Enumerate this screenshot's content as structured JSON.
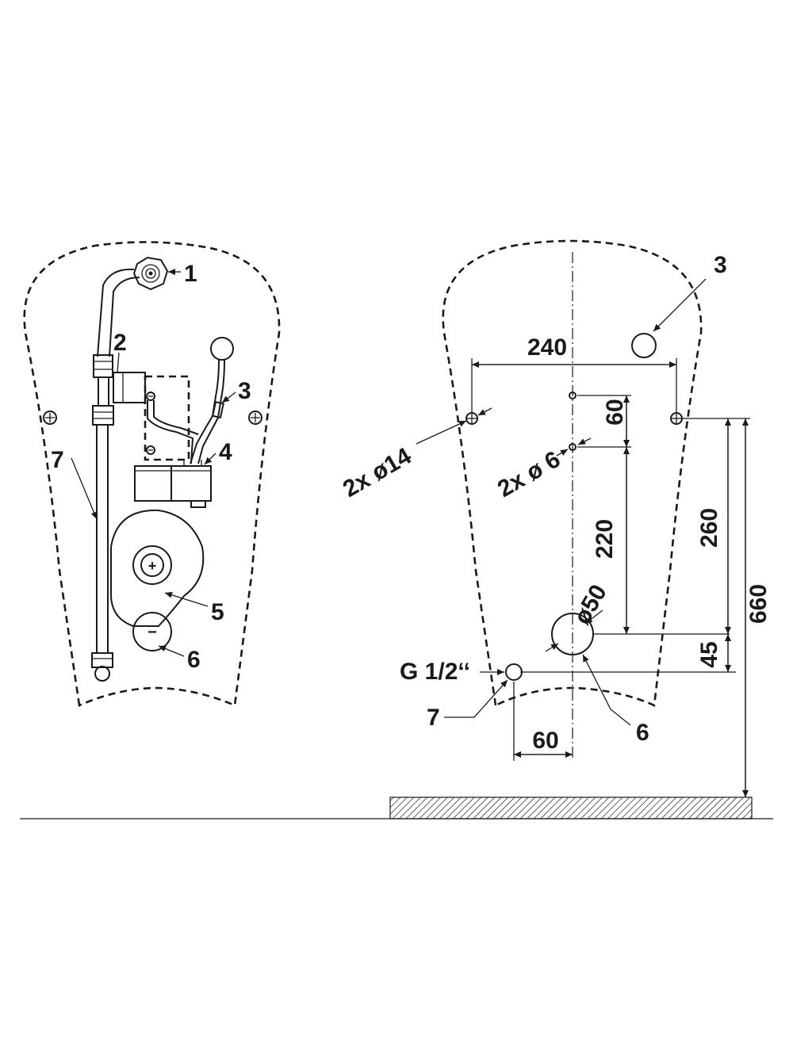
{
  "left_view": {
    "callouts": [
      "1",
      "2",
      "3",
      "4",
      "5",
      "6",
      "7"
    ],
    "plus_symbol": "+",
    "minus_symbol": "−"
  },
  "right_view": {
    "callouts": {
      "c3": "3",
      "c6": "6",
      "c7": "7"
    },
    "dimensions": {
      "width_240": "240",
      "gap_60": "60",
      "gap_220": "220",
      "h_260": "260",
      "h_660": "660",
      "h_45": "45",
      "offset_60": "60"
    },
    "holes": {
      "large_holes": "2x ø14",
      "small_holes": "2x ø 6",
      "drain": "ø50",
      "supply_thread": "G 1/2‘‘"
    }
  }
}
